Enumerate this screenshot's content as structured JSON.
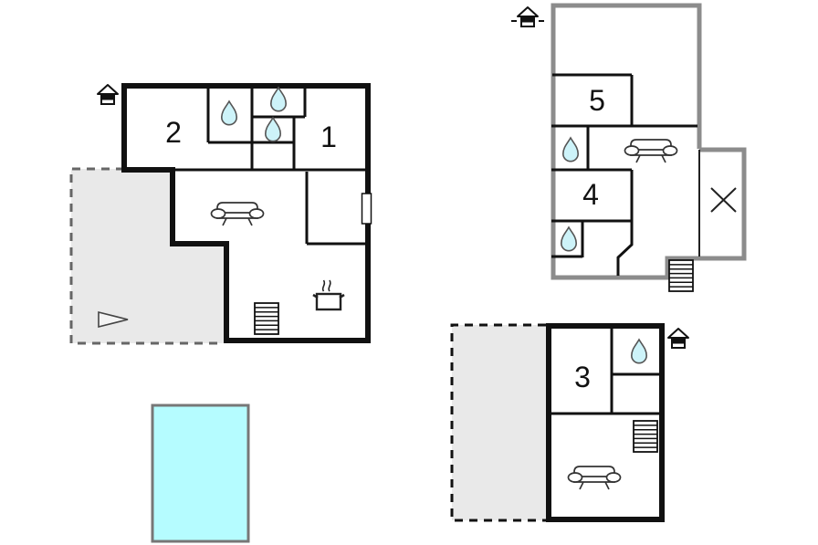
{
  "plans": {
    "ground": {
      "room_labels": {
        "r1": "1",
        "r2": "2"
      }
    },
    "upper": {
      "room_labels": {
        "r4": "4",
        "r5": "5"
      }
    },
    "annex": {
      "room_labels": {
        "r3": "3"
      }
    }
  },
  "icons": {
    "entrance": "house-entrance-icon",
    "bathroom_fixture": "water-drop-icon",
    "living_room": "sofa-icon",
    "stairs": "stairs-icon",
    "kitchen": "stove-icon",
    "terrace_marker": "triangle-marker-icon",
    "excluded_area": "x-mark-icon",
    "pool": "swimming-pool"
  },
  "colors": {
    "wall_black": "#111111",
    "wall_gray": "#8c8c8c",
    "terrace_fill": "#e9e9e9",
    "terrace_dash_gray": "#666666",
    "terrace_dash_black": "#111111",
    "water": "#cdf3f9",
    "pool_fill": "#b5fcff",
    "pool_border": "#777777",
    "icon_stroke": "#333333"
  }
}
